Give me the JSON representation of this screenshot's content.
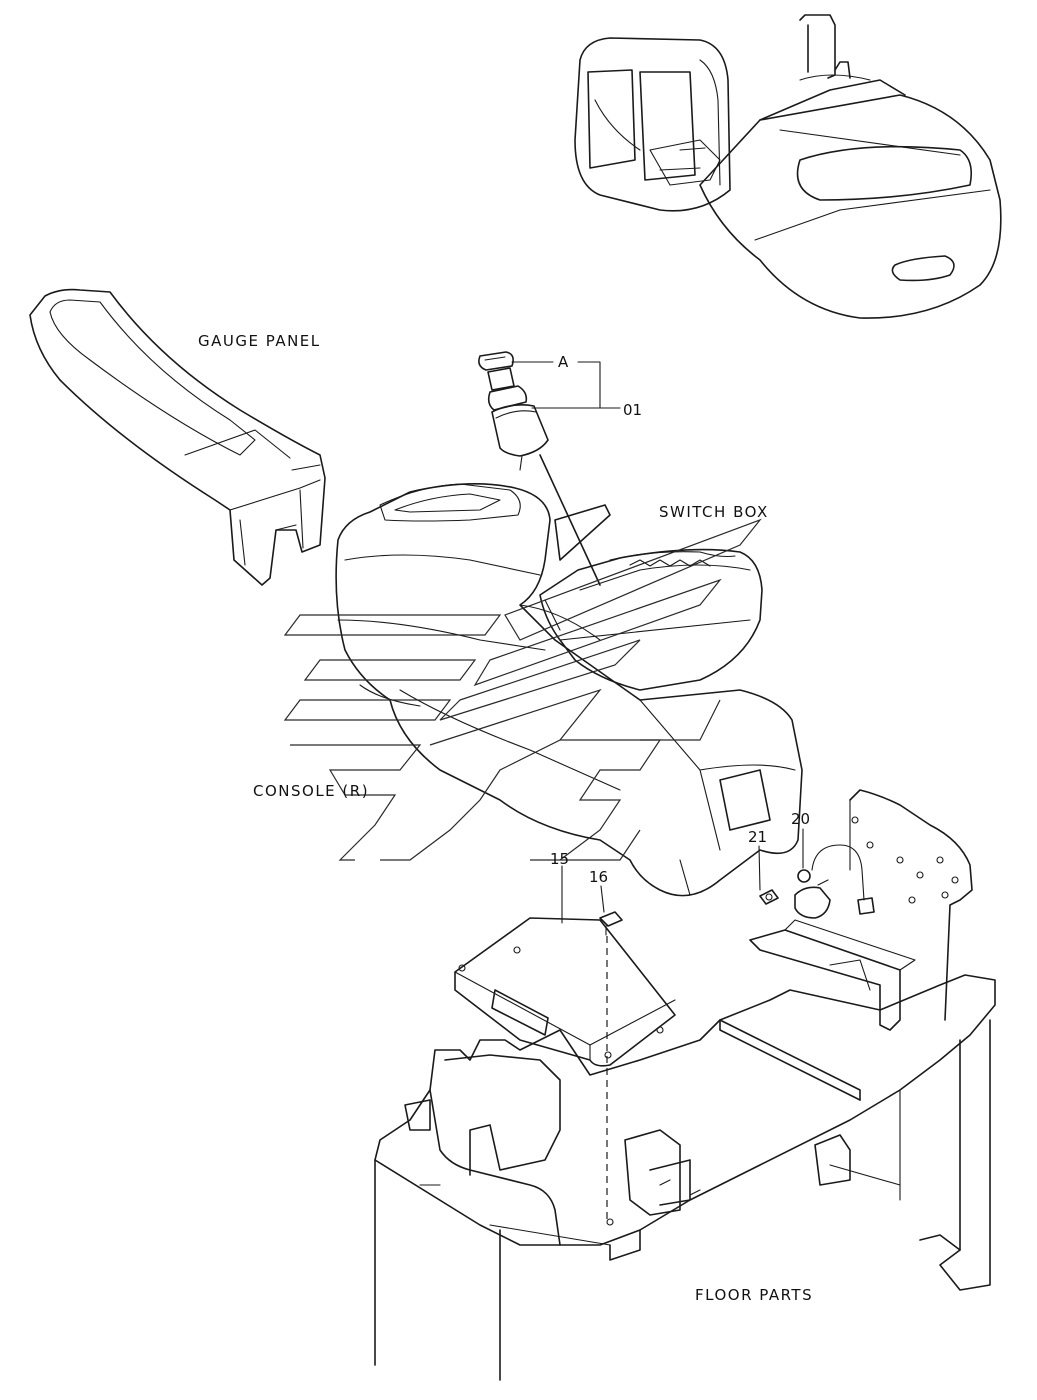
{
  "labels": {
    "gauge_panel": "GAUGE PANEL",
    "switch_box": "SWITCH BOX",
    "console_r": "CONSOLE (R)",
    "floor_parts": "FLOOR PARTS"
  },
  "callouts": {
    "ref_a": "A",
    "part_01": "01",
    "part_15": "15",
    "part_16": "16",
    "part_20": "20",
    "part_21": "21"
  }
}
